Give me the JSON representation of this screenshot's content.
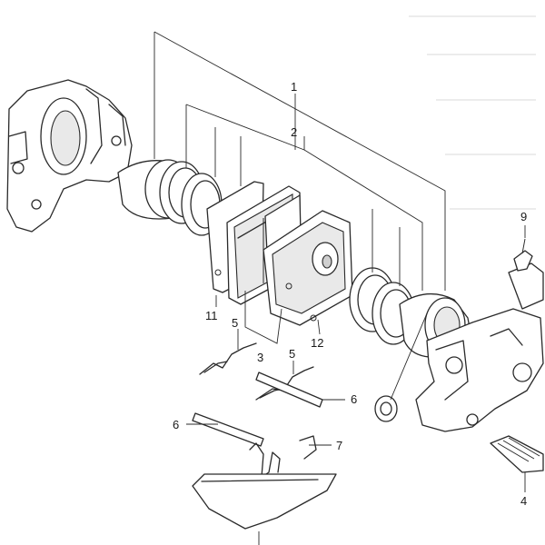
{
  "callouts": {
    "c1": "1",
    "c2": "2",
    "c3": "3",
    "c4": "4",
    "c5a": "5",
    "c5b": "5",
    "c6a": "6",
    "c6b": "6",
    "c7": "7",
    "c9": "9",
    "c11": "11",
    "c12": "12"
  }
}
